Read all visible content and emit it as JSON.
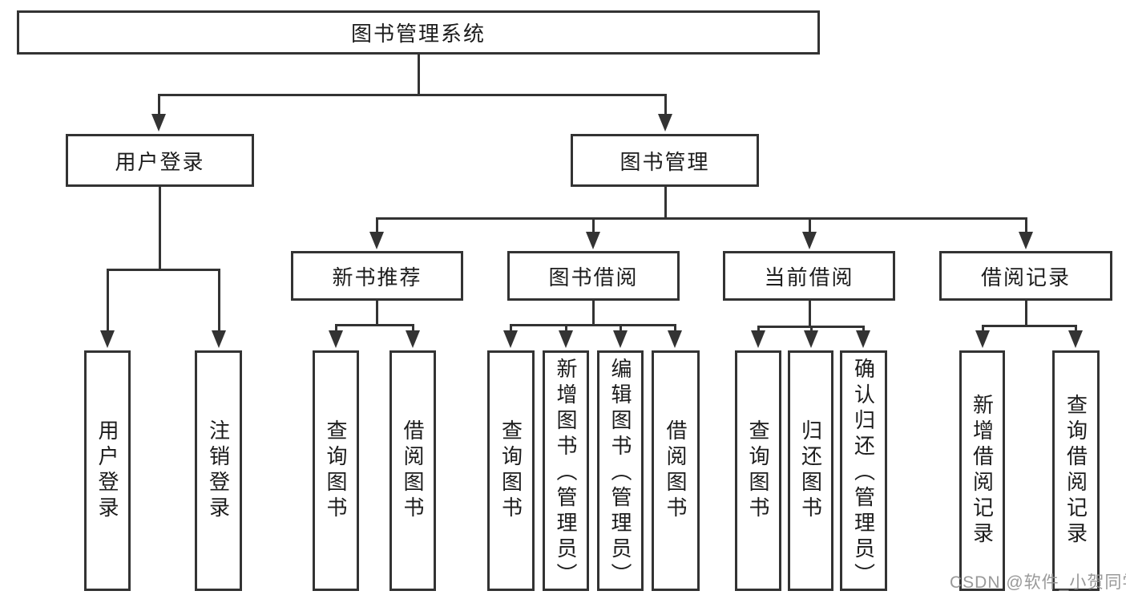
{
  "nodes": {
    "root": "图书管理系统",
    "user_login": "用户登录",
    "book_management": "图书管理",
    "new_book_recommend": "新书推荐",
    "book_borrowing": "图书借阅",
    "current_borrowing": "当前借阅",
    "borrowing_records": "借阅记录",
    "leaf_user_login": "用户登录",
    "leaf_logout": "注销登录",
    "leaf_query_books_recommend": "查询图书",
    "leaf_borrow_books_recommend": "借阅图书",
    "leaf_query_books_borrowing": "查询图书",
    "leaf_add_book_admin": "新增图书（管理员）",
    "leaf_edit_book_admin": "编辑图书（管理员）",
    "leaf_borrow_books_borrowing": "借阅图书",
    "leaf_query_books_current": "查询图书",
    "leaf_return_book": "归还图书",
    "leaf_confirm_return_admin": "确认归还（管理员）",
    "leaf_add_borrow_record": "新增借阅记录",
    "leaf_query_borrow_record": "查询借阅记录"
  },
  "watermark": "CSDN @软件_小贺同学",
  "colors": {
    "line": "#333333",
    "text": "#1c1c1c",
    "watermark": "#949494",
    "background": "#ffffff"
  }
}
